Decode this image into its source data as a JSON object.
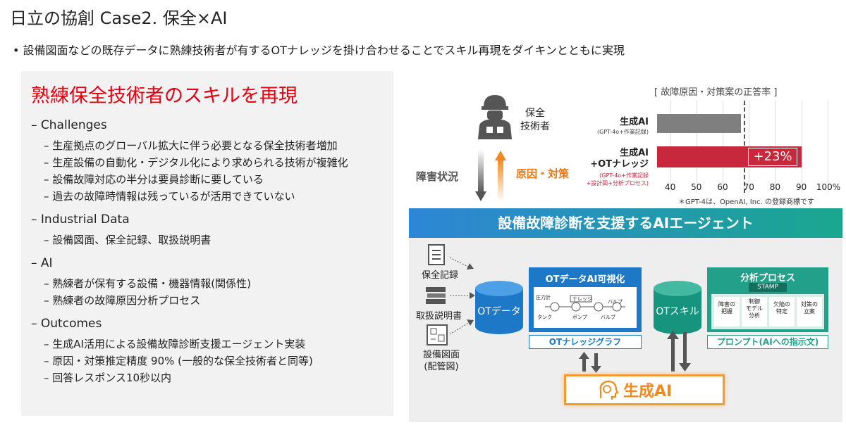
{
  "header": {
    "title": "日立の協創 Case2. 保全×AI",
    "subtitle": "•  設備図面などの既存データに熟練技術者が有するOTナレッジを掛け合わせることでスキル再現をダイキンとともに実現"
  },
  "left": {
    "heading": "熟練保全技術者のスキルを再現",
    "sections": [
      {
        "title": "– Challenges",
        "items": [
          "– 生産拠点のグローバル拡大に伴う必要となる保全技術者増加",
          "– 生産設備の自動化・デジタル化により求められる技術が複雑化",
          "– 設備故障対応の半分は要員診断に要している",
          "– 過去の故障時情報は残っているが活用できていない"
        ]
      },
      {
        "title": "– Industrial Data",
        "items": [
          "– 設備図面、保全記録、取扱説明書"
        ]
      },
      {
        "title": "– AI",
        "items": [
          "– 熟練者が保有する設備・機器情報(関係性)",
          "– 熟練者の故障原因分析プロセス"
        ]
      },
      {
        "title": "– Outcomes",
        "items": [
          "– 生成AI活用による設備故障診断支援エージェント実装",
          "– 原因・対策推定精度 90% (一般的な保全技術者と同等)",
          "– 回答レスポンス10秒以内"
        ]
      }
    ]
  },
  "diagram": {
    "technician": "保全\n技術者",
    "down_label": "障害状況",
    "up_label": "原因・対策",
    "banner": "設備故障診断を支援するAIエージェント",
    "sources": [
      "保全記録",
      "取扱説明書",
      "設備図面\n(配管図)"
    ],
    "ot_data": "OTデータ",
    "viz": {
      "title": "OTデータAI可視化",
      "labels": [
        "圧力計",
        "ナレッジ",
        "バルブ",
        "タンク",
        "ポンプ",
        "バルブ"
      ],
      "footer": "OTナレッジグラフ"
    },
    "ot_skill": "OTスキル",
    "process": {
      "title": "分析プロセス",
      "stamp": "STAMP",
      "steps": [
        "障害の\n把握",
        "制御\nモデル\n分析",
        "欠陥の\n特定",
        "対策の\n立案"
      ],
      "footer": "プロンプト(AIへの指示文)"
    },
    "genai": "生成AI",
    "genai_icon": "ai-head-icon"
  },
  "chart_data": {
    "type": "bar",
    "title": "[ 故障原因・対策案の正答率 ]",
    "categories": [
      "生成AI",
      "生成AI\n+OTナレッジ"
    ],
    "category_notes": [
      "(GPT-4o+作業記録)",
      "(GPT-4o+作業記録\n+設計図+分析プロセス)"
    ],
    "values": [
      67,
      90
    ],
    "ticks": [
      "40",
      "50",
      "60",
      "70",
      "80",
      "90",
      "100%"
    ],
    "xlim": [
      35,
      103
    ],
    "annotation": "+23%",
    "footnote": "＊GPT-4は、OpenAI, Inc. の登録商標です",
    "colors": [
      "#7f7f7f",
      "#c8283c"
    ],
    "grid": true
  }
}
